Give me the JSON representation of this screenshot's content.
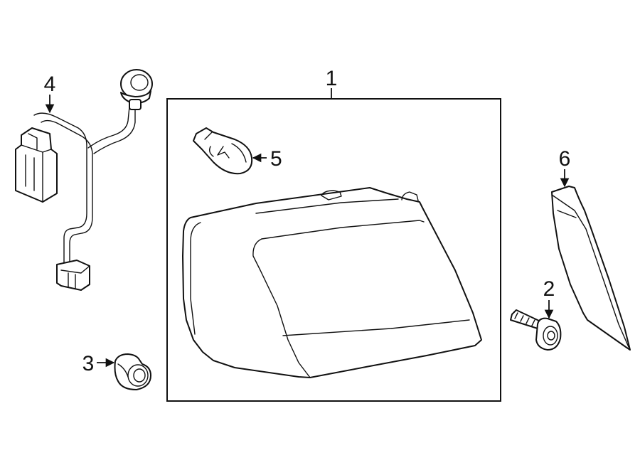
{
  "callouts": {
    "tail_lamp_assembly": "1",
    "bolt": "2",
    "grommet": "3",
    "wiring_harness": "4",
    "bulb": "5",
    "seal": "6"
  }
}
